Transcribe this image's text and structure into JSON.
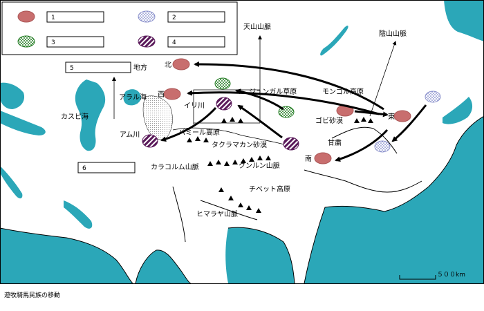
{
  "legend": {
    "item1": "1",
    "item2": "2",
    "item3": "3",
    "item4": "4"
  },
  "blanks": {
    "b5": "5",
    "b5_suffix": "地方",
    "b6": "6"
  },
  "labels": {
    "tianshan": "天山山脈",
    "yinshan": "陰山山脈",
    "north": "北",
    "west": "西",
    "east": "東",
    "south": "南",
    "aral": "アラル海",
    "caspian": "カスピ海",
    "ili": "イリ川",
    "amu": "アム川",
    "junggar": "ジュンガル草原",
    "mongol": "モンゴル高原",
    "gobi": "ゴビ砂漠",
    "pamir": "パミール高原",
    "takla": "タクラマカン砂漠",
    "gansu": "甘粛",
    "karakoram": "カラコルム山脈",
    "kunlun": "クンルン山脈",
    "tibet": "チベット高原",
    "himalaya": "ヒマラヤ山脈",
    "scale": "５００km"
  },
  "caption": "遊牧騎馬民族の移動",
  "colors": {
    "type1": "#c86e6e",
    "type2": "#9aa0d8",
    "type3": "#2e8b2e",
    "type4": "#6b1a6b"
  }
}
